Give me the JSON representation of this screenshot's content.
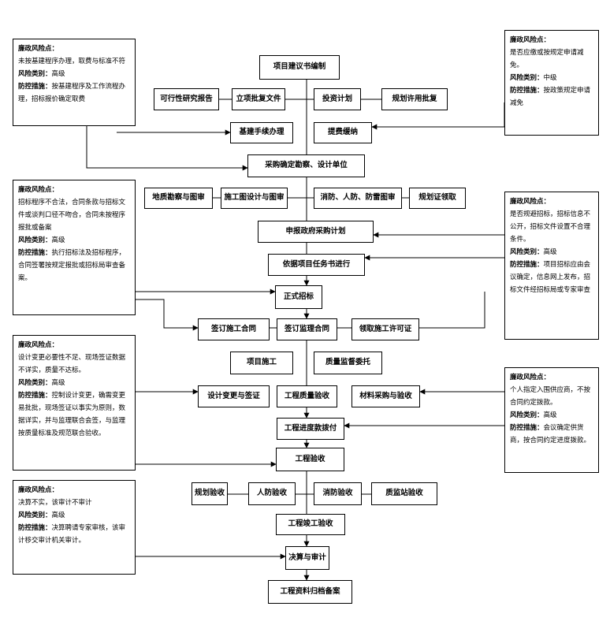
{
  "flow": {
    "n1": "项目建议书编制",
    "n2": "可行性研究报告",
    "n3": "立项批复文件",
    "n4": "投资计划",
    "n5": "规划许用批复",
    "n6": "基建手续办理",
    "n7": "提费缓纳",
    "n8": "采购确定勘察、设计单位",
    "n9": "地质勘察与图审",
    "n10": "施工图设计与图审",
    "n11": "消防、人防、防雷图审",
    "n12": "规划证领取",
    "n13": "申报政府采购计划",
    "n14": "依据项目任务书进行",
    "n15": "正式招标",
    "n16": "签订施工合同",
    "n17": "签订监理合同",
    "n18": "领取施工许可证",
    "n19": "项目施工",
    "n20": "质量监督委托",
    "n21": "设计变更与签证",
    "n22": "工程质量验收",
    "n23": "材料采购与验收",
    "n24": "工程进度款拨付",
    "n25": "工程验收",
    "n26": "规划验收",
    "n27": "人防验收",
    "n28": "消防验收",
    "n29": "质监站验收",
    "n30": "工程竣工验收",
    "n31": "决算与审计",
    "n32": "工程资料归档备案"
  },
  "notes": {
    "left1": {
      "l1": "廉政风险点：",
      "l2": "未按基建程序办理，取费与标准不符",
      "l3k": "风险类别：",
      "l3v": "高级",
      "l4k": "防控措施：",
      "l4v": "按基建程序及工作流程办理，招标报价确定取费"
    },
    "left2": {
      "l1": "廉政风险点：",
      "l2": "招标程序不合法，合同条款与招标文件或谈判口径不吻合，合同未按程序报批或备案",
      "l3k": "风险类别：",
      "l3v": "高级",
      "l4k": "防控措施：",
      "l4v": "执行招标法及招标程序，合同签署按规定报批或招标局审查备案。"
    },
    "left3": {
      "l1": "廉政风险点：",
      "l2": "设计变更必要性不足、现场签证数据不详实，质量不达标。",
      "l3k": "风险类别：",
      "l3v": "高级",
      "l4k": "防控措施：",
      "l4v": "控制设计变更，确需变更易批批，现场签证以事实为原则，数据详实，并与监理联合会签，与监理按质量标准及规范联合验收。"
    },
    "left4": {
      "l1": "廉政风险点：",
      "l2": "决算不实，该审计不审计",
      "l3k": "风险类别：",
      "l3v": "高级",
      "l4k": "防控措施：",
      "l4v": "决算聘请专家审核，该审计移交审计机关审计。"
    },
    "right1": {
      "l1": "廉政风险点：",
      "l2": "是否应缴或按规定申请减免。",
      "l3k": "风险类别：",
      "l3v": "中级",
      "l4k": "防控措施：",
      "l4v": "按政策规定申请减免"
    },
    "right2": {
      "l1": "廉政风险点：",
      "l2": "是否规避招标，招标信息不公开，招标文件设置不合理条件。",
      "l3k": "风险类别：",
      "l3v": "高级",
      "l4k": "防控措施：",
      "l4v": "项目招标应由会议确定，信息网上发布，招标文件经招标局或专家审查"
    },
    "right3": {
      "l1": "廉政风险点：",
      "l2": "个人指定入围供应商，不按合同约定拨款。",
      "l3k": "风险类别：",
      "l3v": "高级",
      "l4k": "防控措施：",
      "l4v": "会议确定供货商，按合同约定进度拨款。"
    }
  }
}
